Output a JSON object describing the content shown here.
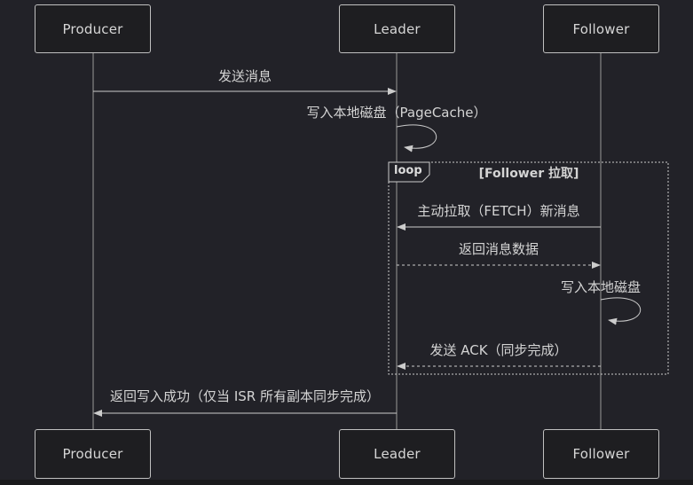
{
  "diagram": {
    "type": "sequence-diagram",
    "participants": [
      "Producer",
      "Leader",
      "Follower"
    ],
    "messages": [
      {
        "from": "Producer",
        "to": "Leader",
        "text": "发送消息",
        "line": "solid"
      },
      {
        "from": "Leader",
        "to": "Leader",
        "text": "写入本地磁盘（PageCache）",
        "line": "self"
      },
      {
        "from": "Follower",
        "to": "Leader",
        "text": "主动拉取（FETCH）新消息",
        "line": "solid"
      },
      {
        "from": "Leader",
        "to": "Follower",
        "text": "返回消息数据",
        "line": "dashed"
      },
      {
        "from": "Follower",
        "to": "Follower",
        "text": "写入本地磁盘",
        "line": "self"
      },
      {
        "from": "Follower",
        "to": "Leader",
        "text": "发送 ACK（同步完成）",
        "line": "dashed"
      },
      {
        "from": "Leader",
        "to": "Producer",
        "text": "返回写入成功（仅当 ISR 所有副本同步完成）",
        "line": "solid"
      }
    ],
    "loop_block": {
      "label": "loop",
      "condition": "[Follower 拉取]"
    }
  },
  "colors": {
    "background": "#222228",
    "actor_fill": "#1e1e21",
    "actor_border": "#c0c0c0",
    "text": "#d6d6d6",
    "arrow_line": "#cccccc",
    "lifeline": "#999999",
    "loop_border": "#cccccc"
  }
}
